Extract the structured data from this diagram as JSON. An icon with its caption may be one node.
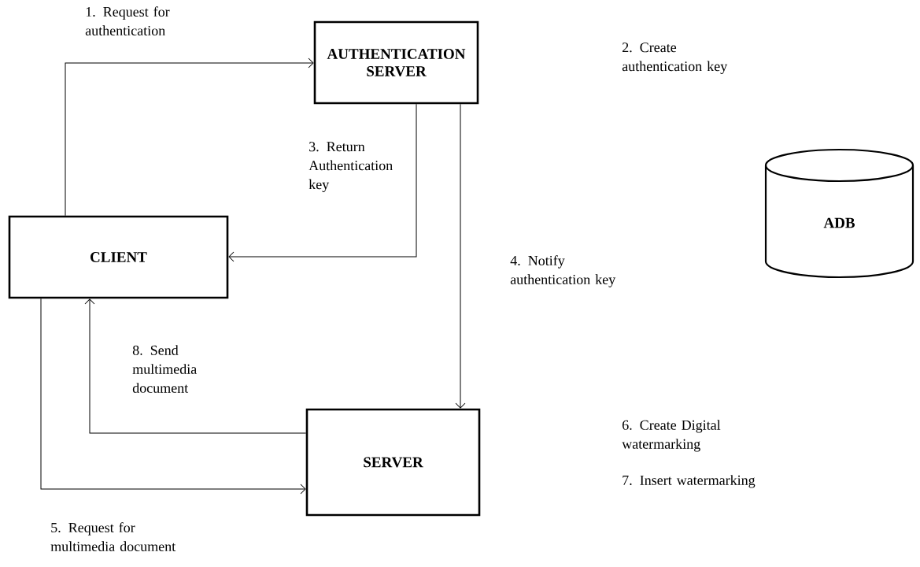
{
  "diagram": {
    "nodes": [
      {
        "text": [
          "AUTHENTICATION SERVER"
        ]
      },
      {
        "text": [
          "CLIENT"
        ]
      },
      {
        "text": [
          "SERVER"
        ]
      },
      {
        "text": [
          "ADB"
        ]
      }
    ],
    "edges": [
      {
        "from": 1,
        "to": 0,
        "arrow": "to",
        "label": "1. Request for authentication"
      },
      {
        "from": 0,
        "to": 1,
        "arrow": "to",
        "label": "3. Return Authentication key"
      },
      {
        "from": 0,
        "to": 2,
        "arrow": "to",
        "label": "4. Notify authentication key"
      },
      {
        "from": 1,
        "to": 2,
        "arrow": "to",
        "label": "5. Request for multimedia document"
      },
      {
        "from": 2,
        "to": 1,
        "arrow": "to",
        "label": "8. Send multimedia document"
      }
    ],
    "labels": [
      "2. Create authentication key",
      "6. Create Digital watermarking",
      "7.  Insert watermarking"
    ]
  }
}
